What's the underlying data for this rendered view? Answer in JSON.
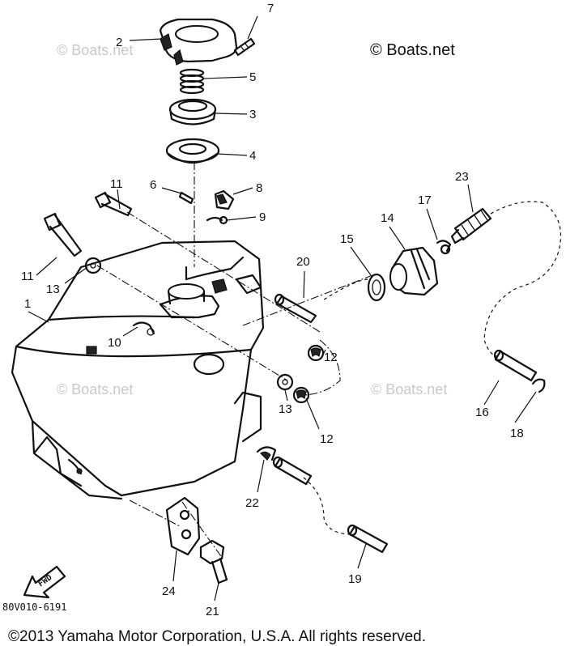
{
  "watermarks": {
    "top_left": "© Boats.net",
    "top_right": "© Boats.net",
    "mid_left": "© Boats.net",
    "mid_right": "© Boats.net"
  },
  "callouts": {
    "p1": "1",
    "p2": "2",
    "p3": "3",
    "p4": "4",
    "p5": "5",
    "p6": "6",
    "p7": "7",
    "p8": "8",
    "p9": "9",
    "p10": "10",
    "p11a": "11",
    "p11b": "11",
    "p12a": "12",
    "p12b": "12",
    "p13a": "13",
    "p13b": "13",
    "p14": "14",
    "p15": "15",
    "p16": "16",
    "p17": "17",
    "p18": "18",
    "p19": "19",
    "p20": "20",
    "p21": "21",
    "p22": "22",
    "p23": "23",
    "p24": "24"
  },
  "fwd_label": "FWD",
  "diagram_code": "80V010-6191",
  "copyright": "©2013 Yamaha Motor Corporation, U.S.A. All rights reserved."
}
